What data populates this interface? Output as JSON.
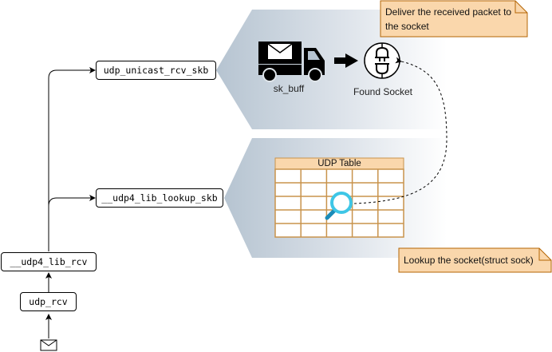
{
  "functions": {
    "udp_unicast_rcv_skb": "udp_unicast_rcv_skb",
    "udp4_lib_lookup_skb": "__udp4_lib_lookup_skb",
    "udp4_lib_rcv": "__udp4_lib_rcv",
    "udp_rcv": "udp_rcv"
  },
  "deliver_panel": {
    "truck_label": "sk_buff",
    "socket_label": "Found Socket"
  },
  "lookup_panel": {
    "table_title": "UDP Table",
    "table_rows": 5,
    "table_cols": 5
  },
  "notes": {
    "deliver": "Deliver the received packet to the socket",
    "lookup": "Lookup the socket(struct sock)"
  },
  "colors": {
    "panel_gradient_start": "#b6c4d1",
    "panel_gradient_end": "#ffffff",
    "note_fill": "#fad7ac",
    "note_stroke": "#b46504",
    "table_header_fill": "#fad7ac",
    "table_stroke": "#c8934c",
    "magnifier": "#3ec6e6"
  }
}
